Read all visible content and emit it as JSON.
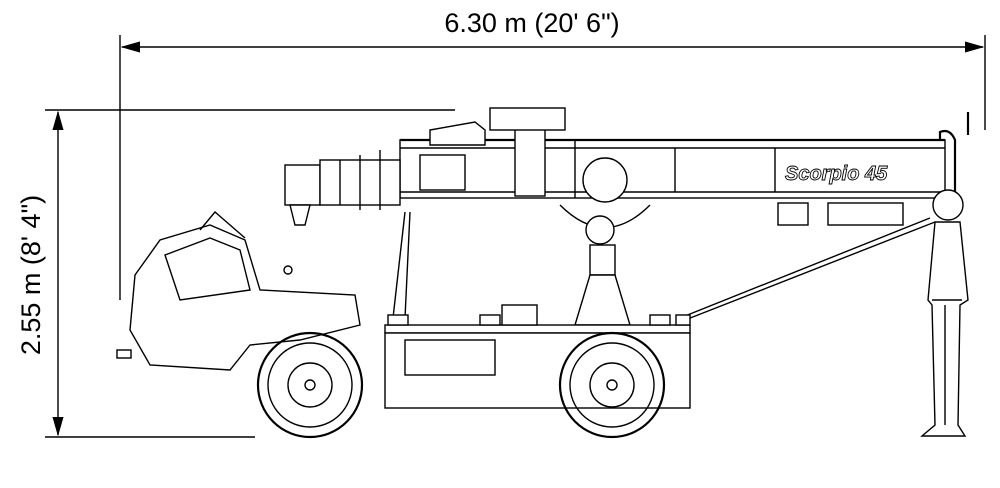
{
  "dimensions": {
    "length_label": "6.30 m  (20' 6\")",
    "height_label": "2.55 m (8' 4\")"
  },
  "machine": {
    "logo_text": "Scorpio 45"
  },
  "colors": {
    "line": "#000000",
    "background": "#ffffff"
  }
}
